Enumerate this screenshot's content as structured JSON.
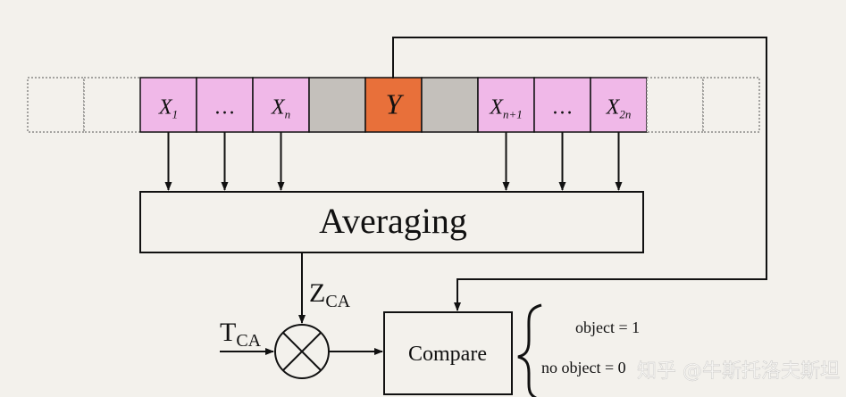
{
  "diagram": {
    "cells": [
      {
        "role": "empty",
        "style": "dashed",
        "fill": "#f3f1ec",
        "label": ""
      },
      {
        "role": "empty",
        "style": "dashed",
        "fill": "#f3f1ec",
        "label": ""
      },
      {
        "role": "reference",
        "style": "solid",
        "fill": "#f0b8e8",
        "label": "X",
        "sub": "1"
      },
      {
        "role": "reference",
        "style": "solid",
        "fill": "#f0b8e8",
        "label": "…",
        "sub": ""
      },
      {
        "role": "reference",
        "style": "solid",
        "fill": "#f0b8e8",
        "label": "X",
        "sub": "n"
      },
      {
        "role": "guard",
        "style": "solid",
        "fill": "#c4c0bb",
        "label": ""
      },
      {
        "role": "test",
        "style": "solid",
        "fill": "#e8703a",
        "label": "Y",
        "sub": ""
      },
      {
        "role": "guard",
        "style": "solid",
        "fill": "#c4c0bb",
        "label": ""
      },
      {
        "role": "reference",
        "style": "solid",
        "fill": "#f0b8e8",
        "label": "X",
        "sub": "n+1"
      },
      {
        "role": "reference",
        "style": "solid",
        "fill": "#f0b8e8",
        "label": "…",
        "sub": ""
      },
      {
        "role": "reference",
        "style": "solid",
        "fill": "#f0b8e8",
        "label": "X",
        "sub": "2n"
      },
      {
        "role": "empty",
        "style": "dashed",
        "fill": "#f3f1ec",
        "label": ""
      },
      {
        "role": "empty",
        "style": "dashed",
        "fill": "#f3f1ec",
        "label": ""
      }
    ],
    "averaging_label": "Averaging",
    "zca": {
      "main": "Z",
      "sub": "CA"
    },
    "tca": {
      "main": "T",
      "sub": "CA"
    },
    "compare_label": "Compare",
    "outputs": [
      "object = 1",
      "no object = 0"
    ],
    "watermark": "知乎 @牛斯托洛夫斯坦",
    "colors": {
      "reference": "#f0b8e8",
      "guard": "#c4c0bb",
      "test": "#e8703a",
      "line": "#111111",
      "background": "#f3f1ec"
    }
  }
}
